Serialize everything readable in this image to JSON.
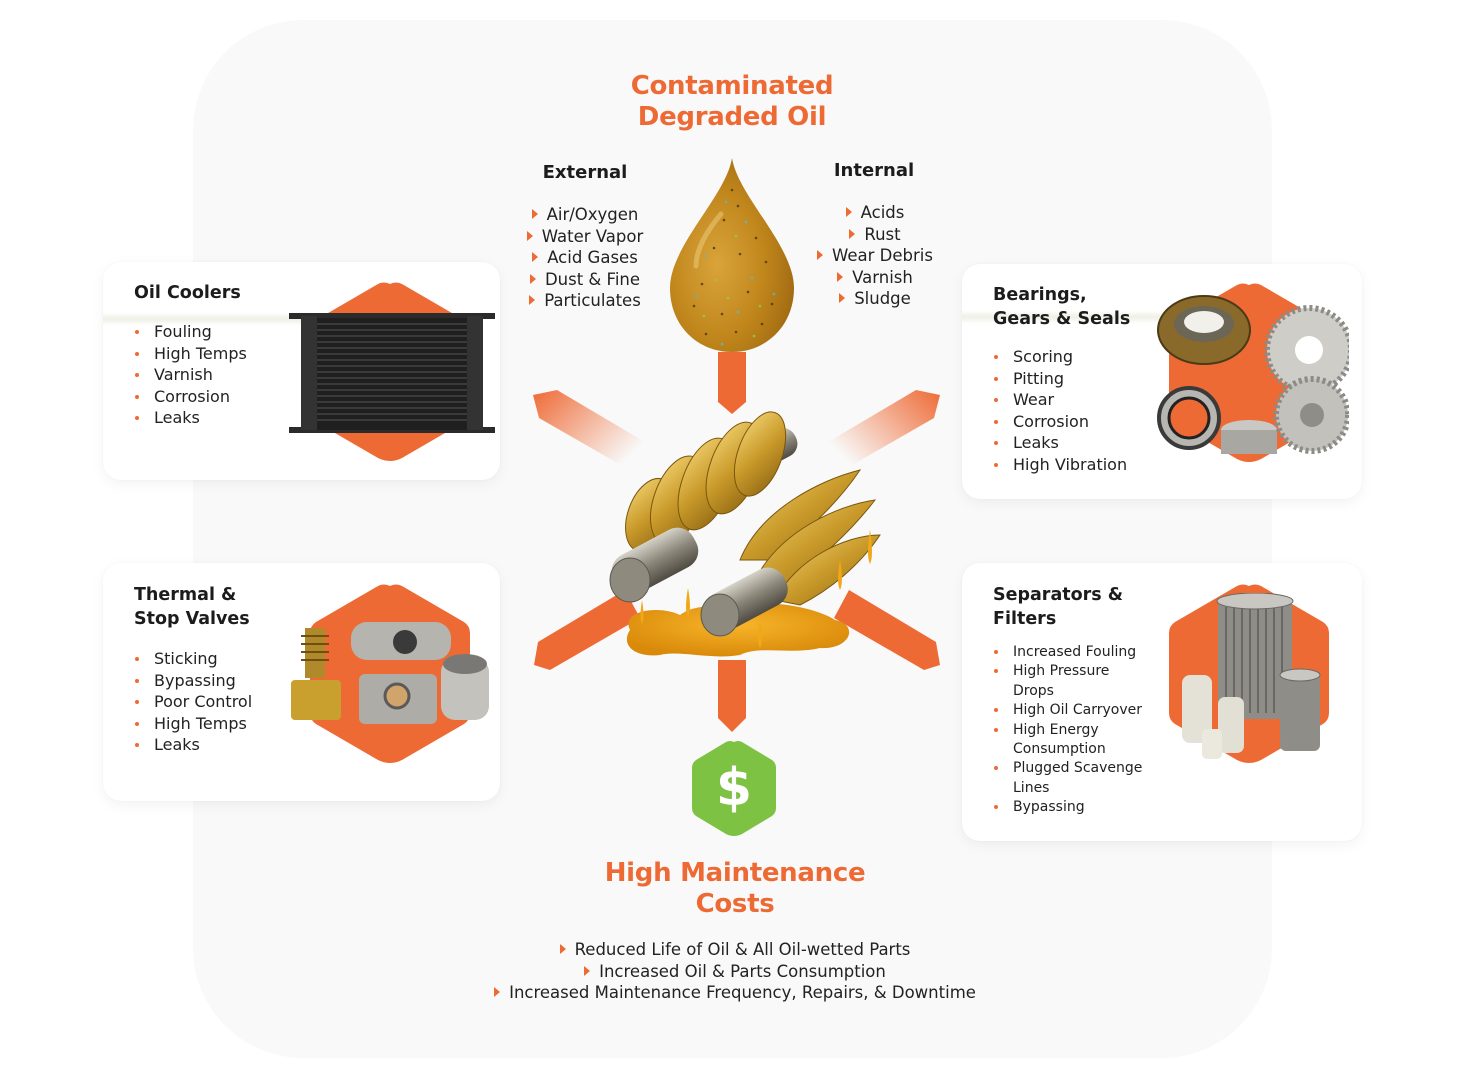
{
  "diagram": {
    "top_title": {
      "line1": "Contaminated",
      "line2": "Degraded Oil"
    },
    "external": {
      "heading": "External",
      "items": [
        "Air/Oxygen",
        "Water Vapor",
        "Acid Gases",
        "Dust & Fine",
        "Particulates"
      ]
    },
    "internal": {
      "heading": "Internal",
      "items": [
        "Acids",
        "Rust",
        "Wear Debris",
        "Varnish",
        "Sludge"
      ]
    },
    "center_image": "oil-dripping-screw-compressor-rotors",
    "drop_image": "contaminated-oil-drop",
    "cards": {
      "oil_coolers": {
        "title_line1": "Oil Coolers",
        "items": [
          "Fouling",
          "High Temps",
          "Varnish",
          "Corrosion",
          "Leaks"
        ],
        "image": "oil-cooler"
      },
      "bearings": {
        "title_line1": "Bearings,",
        "title_line2": "Gears & Seals",
        "items": [
          "Scoring",
          "Pitting",
          "Wear",
          "Corrosion",
          "Leaks",
          "High Vibration"
        ],
        "image": "bearings-gears-seals"
      },
      "valves": {
        "title_line1": "Thermal &",
        "title_line2": "Stop Valves",
        "items": [
          "Sticking",
          "Bypassing",
          "Poor Control",
          "High Temps",
          "Leaks"
        ],
        "image": "thermal-stop-valves"
      },
      "separators": {
        "title_line1": "Separators &",
        "title_line2": "Filters",
        "items": [
          [
            "Increased Fouling"
          ],
          [
            "High Pressure",
            "Drops"
          ],
          [
            "High Oil Carryover"
          ],
          [
            "High Energy",
            "Consumption"
          ],
          [
            "Plugged Scavenge",
            "Lines"
          ],
          [
            "Bypassing"
          ]
        ],
        "items_flat": [
          "Increased Fouling",
          "High Pressure Drops",
          "High Oil Carryover",
          "High Energy Consumption",
          "Plugged Scavenge Lines",
          "Bypassing"
        ],
        "image": "separators-filters"
      }
    },
    "cost_icon": {
      "symbol": "$",
      "name": "dollar-icon"
    },
    "bottom_title": {
      "line1": "High Maintenance",
      "line2": "Costs"
    },
    "costs": [
      "Reduced Life of Oil & All Oil-wetted Parts",
      "Increased Oil & Parts Consumption",
      "Increased Maintenance Frequency, Repairs, & Downtime"
    ],
    "colors": {
      "accent_orange": "#ee6a35",
      "cost_green": "#7dc242",
      "panel_bg": "#f9f9f9",
      "text_dark": "#1c1c1c"
    }
  }
}
